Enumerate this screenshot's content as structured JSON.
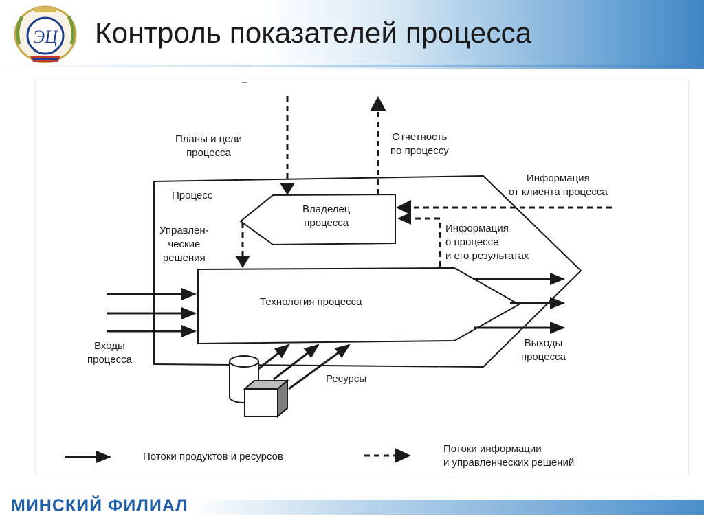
{
  "slide": {
    "title": "Контроль показателей процесса",
    "footer": "МИНСКИЙ ФИЛИАЛ"
  },
  "colors": {
    "header_blue": "#3f86c6",
    "footer_text": "#1f5ea8",
    "diagram_ink": "#1a1a1a"
  },
  "diagram": {
    "labels": {
      "plans_goals": "Планы и цели\nпроцесса",
      "reporting": "Отчетность\nпо процессу",
      "client_info": "Информация\nот клиента процесса",
      "process": "Процесс",
      "owner": "Владелец\nпроцесса",
      "management_decisions": "Управлен-\nческие\nрешения",
      "process_info": "Информация\nо процессе\nи его результатах",
      "technology": "Технология процесса",
      "inputs": "Входы\nпроцесса",
      "outputs": "Выходы\nпроцесса",
      "resources": "Ресурсы"
    },
    "legend": {
      "solid": "Потоки продуктов и ресурсов",
      "dashed": "Потоки информации\nи управленческих решений"
    }
  }
}
